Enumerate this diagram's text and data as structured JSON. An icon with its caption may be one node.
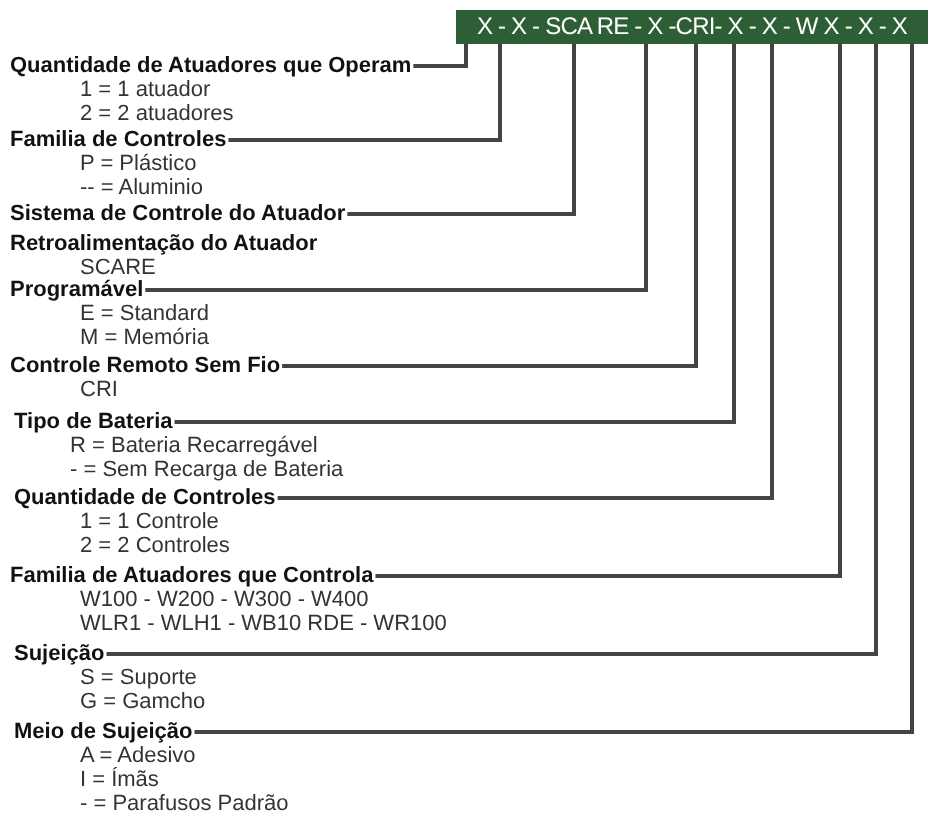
{
  "diagram": {
    "nodes": [
      {
        "text": [
          "X - X - SCA RE - X -CRI- X - X - W X - X - X"
        ]
      },
      {
        "text": [
          "Quantidade de Atuadores que Operam"
        ],
        "beside": [
          "1 = 1 atuador",
          "2 = 2 atuadores"
        ]
      },
      {
        "text": [
          "Familia de Controles"
        ],
        "beside": [
          "P = Plástico",
          "-- = Aluminio"
        ]
      },
      {
        "text": [
          "Sistema de Controle do Atuador"
        ]
      },
      {
        "text": [
          "Retroalimentação do Atuador"
        ],
        "beside": [
          "SCARE"
        ]
      },
      {
        "text": [
          "Programável"
        ],
        "beside": [
          "E = Standard",
          "M = Memória"
        ]
      },
      {
        "text": [
          "Controle Remoto Sem Fio"
        ],
        "beside": [
          "CRI"
        ]
      },
      {
        "text": [
          "Tipo de Bateria"
        ],
        "beside": [
          "R = Bateria Recarregável",
          "- = Sem Recarga de Bateria"
        ]
      },
      {
        "text": [
          "Quantidade de Controles"
        ],
        "beside": [
          "1 = 1 Controle",
          "2 = 2 Controles"
        ]
      },
      {
        "text": [
          "Familia de Atuadores que Controla"
        ],
        "beside": [
          "W100 - W200 - W300 - W400",
          "WLR1 - WLH1 - WB10 RDE - WR100"
        ]
      },
      {
        "text": [
          "Sujeição"
        ],
        "beside": [
          "S = Suporte",
          "G = Gamcho"
        ]
      },
      {
        "text": [
          "Meio de Sujeição"
        ],
        "beside": [
          "A = Adesivo",
          "I = Ímãs",
          "- = Parafusos Padrão"
        ]
      }
    ],
    "edges": [
      {
        "from": 1,
        "to": 0,
        "arrow": "none"
      },
      {
        "from": 2,
        "to": 0,
        "arrow": "none"
      },
      {
        "from": 3,
        "to": 0,
        "arrow": "none"
      },
      {
        "from": 5,
        "to": 0,
        "arrow": "none"
      },
      {
        "from": 6,
        "to": 0,
        "arrow": "none"
      },
      {
        "from": 7,
        "to": 0,
        "arrow": "none"
      },
      {
        "from": 8,
        "to": 0,
        "arrow": "none"
      },
      {
        "from": 9,
        "to": 0,
        "arrow": "none"
      },
      {
        "from": 10,
        "to": 0,
        "arrow": "none"
      },
      {
        "from": 11,
        "to": 0,
        "arrow": "none"
      }
    ]
  }
}
